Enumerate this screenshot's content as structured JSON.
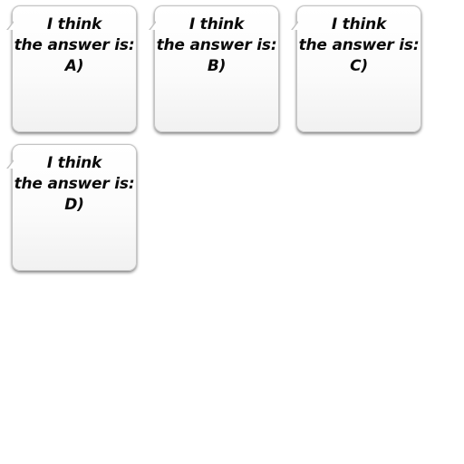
{
  "cards": [
    {
      "line1": "I think",
      "line2": "the answer is:",
      "choice": "A)"
    },
    {
      "line1": "I think",
      "line2": "the answer is:",
      "choice": "B)"
    },
    {
      "line1": "I think",
      "line2": "the answer is:",
      "choice": "C)"
    },
    {
      "line1": "I think",
      "line2": "the answer is:",
      "choice": "D)"
    }
  ]
}
